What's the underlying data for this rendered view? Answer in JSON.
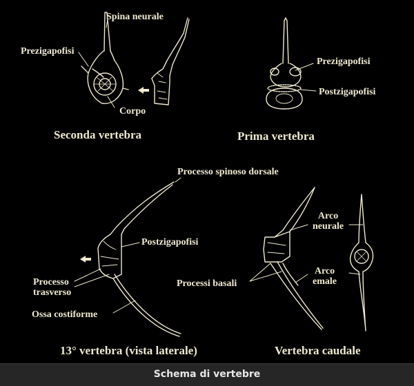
{
  "labels": {
    "spina_neurale": "Spina neurale",
    "prezigapofisi_a": "Prezigapofisi",
    "corpo": "Corpo",
    "seconda_vertebra": "Seconda vertebra",
    "prezigapofisi_b": "Prezigapofisi",
    "postzigapofisi_a": "Postzigapofisi",
    "prima_vertebra": "Prima vertebra",
    "processo_spinoso_dorsale": "Processo spinoso dorsale",
    "postzigapofisi_b": "Postzigapofisi",
    "processo_trasverso": "Processo\ntrasverso",
    "ossa_costiforme": "Ossa costiforme",
    "vertebra_13": "13° vertebra (vista laterale)",
    "arco_neurale": "Arco\nneurale",
    "processi_basali": "Processi basali",
    "arco_emale": "Arco\nemale",
    "vertebra_caudale": "Vertebra caudale"
  },
  "caption": "Schema di vertebre",
  "colors": {
    "background": "#000000",
    "ink": "#f0ead2",
    "caption_bar": "#262626",
    "caption_text": "#e8e8e8"
  }
}
